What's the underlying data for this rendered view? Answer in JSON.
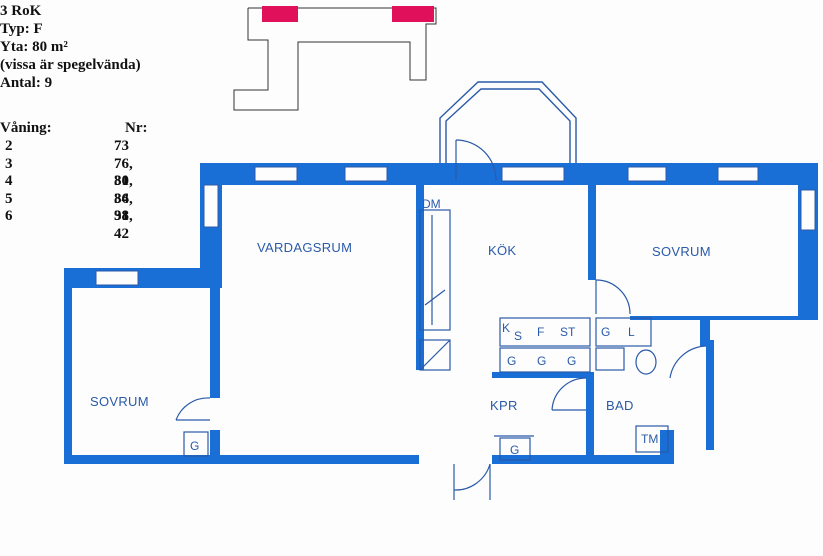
{
  "info": {
    "title": "3 RoK",
    "type": "Typ: F",
    "area": "Yta: 80 m²",
    "mirror_note": "(vissa är spegelvända)",
    "count": "Antal: 9"
  },
  "floors": {
    "header_floor": "Våning:",
    "header_nr": "Nr:",
    "rows": [
      {
        "floor": "2",
        "nr": "73"
      },
      {
        "floor": "3",
        "nr": "76, 30"
      },
      {
        "floor": "4",
        "nr": "81, 34"
      },
      {
        "floor": "5",
        "nr": "86, 38"
      },
      {
        "floor": "6",
        "nr": "91, 42"
      }
    ]
  },
  "rooms": {
    "vardagsrum": "VARDAGSRUM",
    "kok": "KÖK",
    "sovrum_right": "SOVRUM",
    "sovrum_left": "SOVRUM",
    "kpr": "KPR",
    "bad": "BAD"
  },
  "fixtures": {
    "dm": "DM",
    "k": "K",
    "s": "S",
    "f": "F",
    "st": "ST",
    "g": "G",
    "l": "L",
    "tm": "TM"
  },
  "colors": {
    "wall": "#1a6fd6",
    "line": "#2a5aa8",
    "highlight": "#e0105a"
  }
}
